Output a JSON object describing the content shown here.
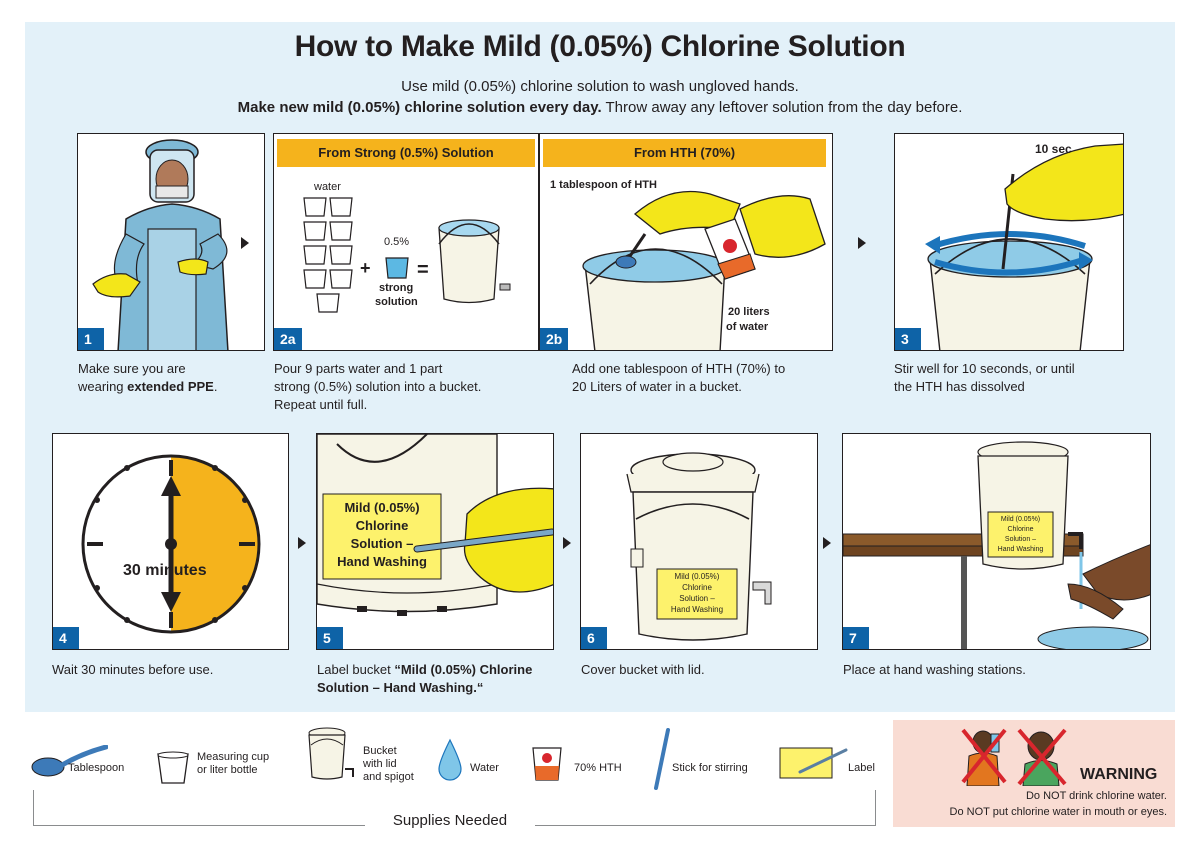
{
  "header": {
    "title": "How to Make Mild (0.05%) Chlorine Solution",
    "subtitle": "Use mild (0.05%) chlorine solution to wash ungloved hands.",
    "rule_bold": "Make new mild (0.05%) chlorine solution every day.",
    "rule_rest": " Throw away any leftover solution from the day before."
  },
  "steps": {
    "s1": {
      "num": "1",
      "caption_a": "Make sure you are",
      "caption_b": "wearing ",
      "caption_bold": "extended PPE",
      "caption_end": "."
    },
    "s2a": {
      "num": "2a",
      "band": "From Strong (0.5%) Solution",
      "water": "water",
      "pct": "0.5%",
      "strong1": "strong",
      "strong2": "solution",
      "caption_1": "Pour 9 parts water and 1 part",
      "caption_2": "strong (0.5%) solution into a bucket.",
      "caption_3": "Repeat until full."
    },
    "s2b": {
      "num": "2b",
      "band": "From HTH (70%)",
      "tbsp": "1 tablespoon of HTH",
      "liters1": "20 liters",
      "liters2": "of water",
      "caption_1": "Add one tablespoon of HTH (70%) to",
      "caption_2": "20 Liters of water in a bucket."
    },
    "s3": {
      "num": "3",
      "timer": "10 sec",
      "caption_1": "Stir well for 10 seconds, or until",
      "caption_2": "the HTH has dissolved"
    },
    "s4": {
      "num": "4",
      "clock": "30 minutes",
      "caption": "Wait 30 minutes before use."
    },
    "s5": {
      "num": "5",
      "label_1": "Mild (0.05%)",
      "label_2": "Chlorine",
      "label_3": "Solution –",
      "label_4": "Hand Washing",
      "caption_1": "Label bucket ",
      "caption_bold1": "“Mild (0.05%) Chlorine",
      "caption_bold2": "Solution – Hand Washing.“"
    },
    "s6": {
      "num": "6",
      "label_1": "Mild (0.05%)",
      "label_2": "Chlorine",
      "label_3": "Solution –",
      "label_4": "Hand Washing",
      "caption": "Cover bucket with lid."
    },
    "s7": {
      "num": "7",
      "label_1": "Mild (0.05%)",
      "label_2": "Chlorine",
      "label_3": "Solution –",
      "label_4": "Hand Washing",
      "caption": "Place at hand washing stations."
    }
  },
  "supplies": {
    "title": "Supplies Needed",
    "items": [
      {
        "icon": "tablespoon-icon",
        "label": "Tablespoon"
      },
      {
        "icon": "measuring-cup-icon",
        "label_1": "Measuring cup",
        "label_2": "or liter bottle"
      },
      {
        "icon": "bucket-icon",
        "label_1": "Bucket",
        "label_2": "with lid",
        "label_3": "and spigot"
      },
      {
        "icon": "water-drop-icon",
        "label": "Water"
      },
      {
        "icon": "hth-container-icon",
        "label": "70% HTH"
      },
      {
        "icon": "stir-stick-icon",
        "label": "Stick for stirring"
      },
      {
        "icon": "label-icon",
        "label": "Label"
      }
    ]
  },
  "warning": {
    "title": "WARNING",
    "line_1": "Do NOT drink chlorine water.",
    "line_2": "Do NOT put chlorine water in mouth or eyes."
  },
  "colors": {
    "accent_blue": "#0e63a7",
    "band_orange": "#f5b31c",
    "label_yellow": "#fdf26c",
    "background_blue": "#e3f1f9",
    "warning_pink": "#f9dcd3"
  }
}
